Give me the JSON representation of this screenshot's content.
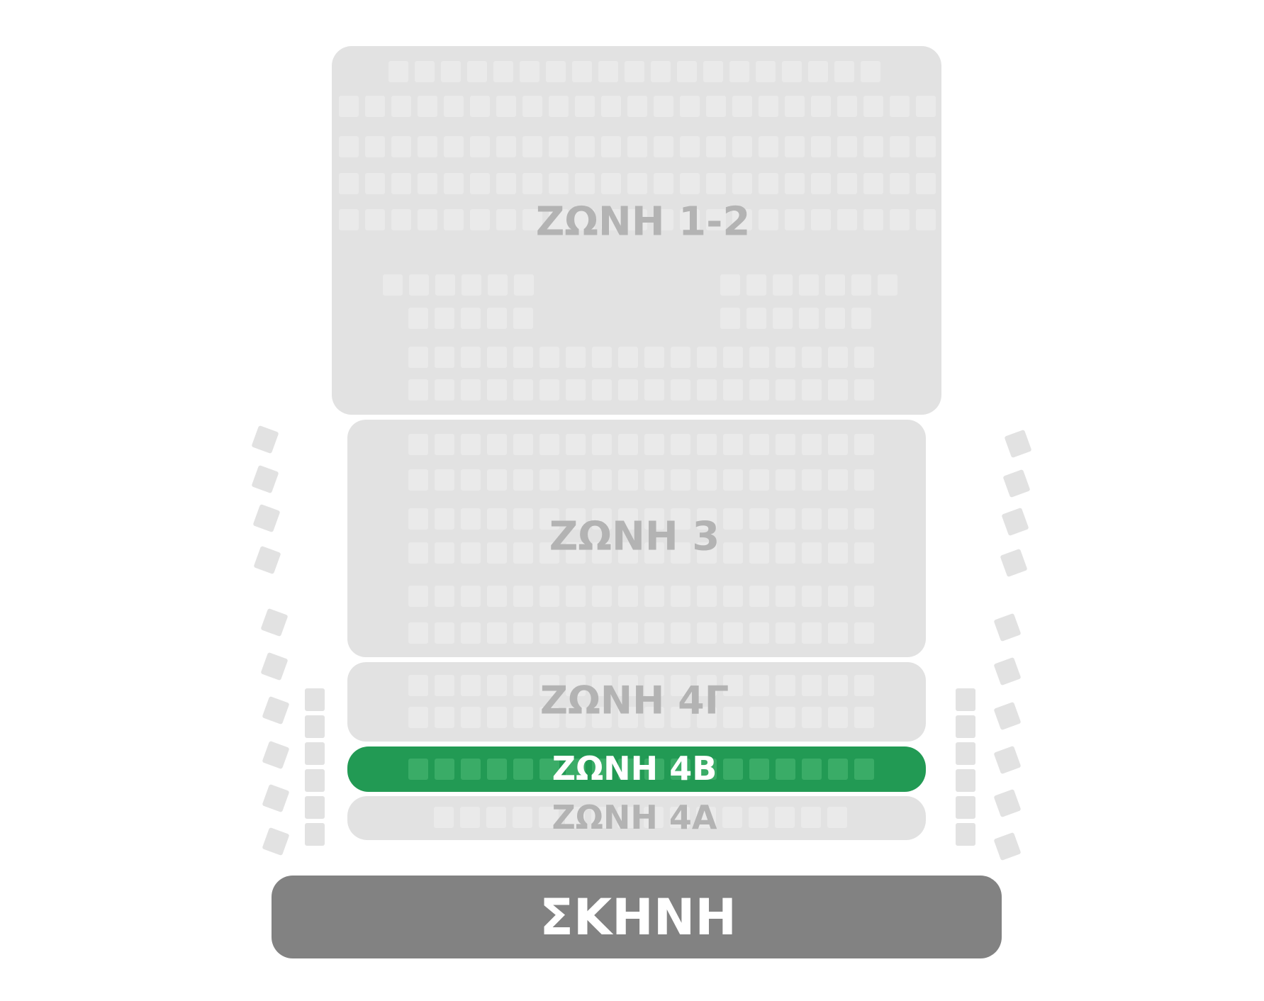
{
  "seating_chart": {
    "selected_zone": "ΖΩΝΗ 4Β",
    "zones": [
      {
        "id": "zone-1-2",
        "label": "ΖΩΝΗ 1-2",
        "selected": false
      },
      {
        "id": "zone-3",
        "label": "ΖΩΝΗ 3",
        "selected": false
      },
      {
        "id": "zone-4g",
        "label": "ΖΩΝΗ 4Γ",
        "selected": false
      },
      {
        "id": "zone-4b",
        "label": "ΖΩΝΗ 4Β",
        "selected": true
      },
      {
        "id": "zone-4a",
        "label": "ΖΩΝΗ 4Α",
        "selected": false
      }
    ],
    "stage": {
      "label": "ΣΚΗΝΗ"
    }
  },
  "colors": {
    "zone_fill": "#e2e2e2",
    "zone_seat": "#eaeaea",
    "zone_text": "#b3b3b3",
    "selected_fill": "#229a54",
    "selected_seat": "#3aac67",
    "selected_text": "#ffffff",
    "stage_fill": "#828282",
    "stage_text": "#ffffff",
    "side_seat": "#e2e2e2"
  }
}
